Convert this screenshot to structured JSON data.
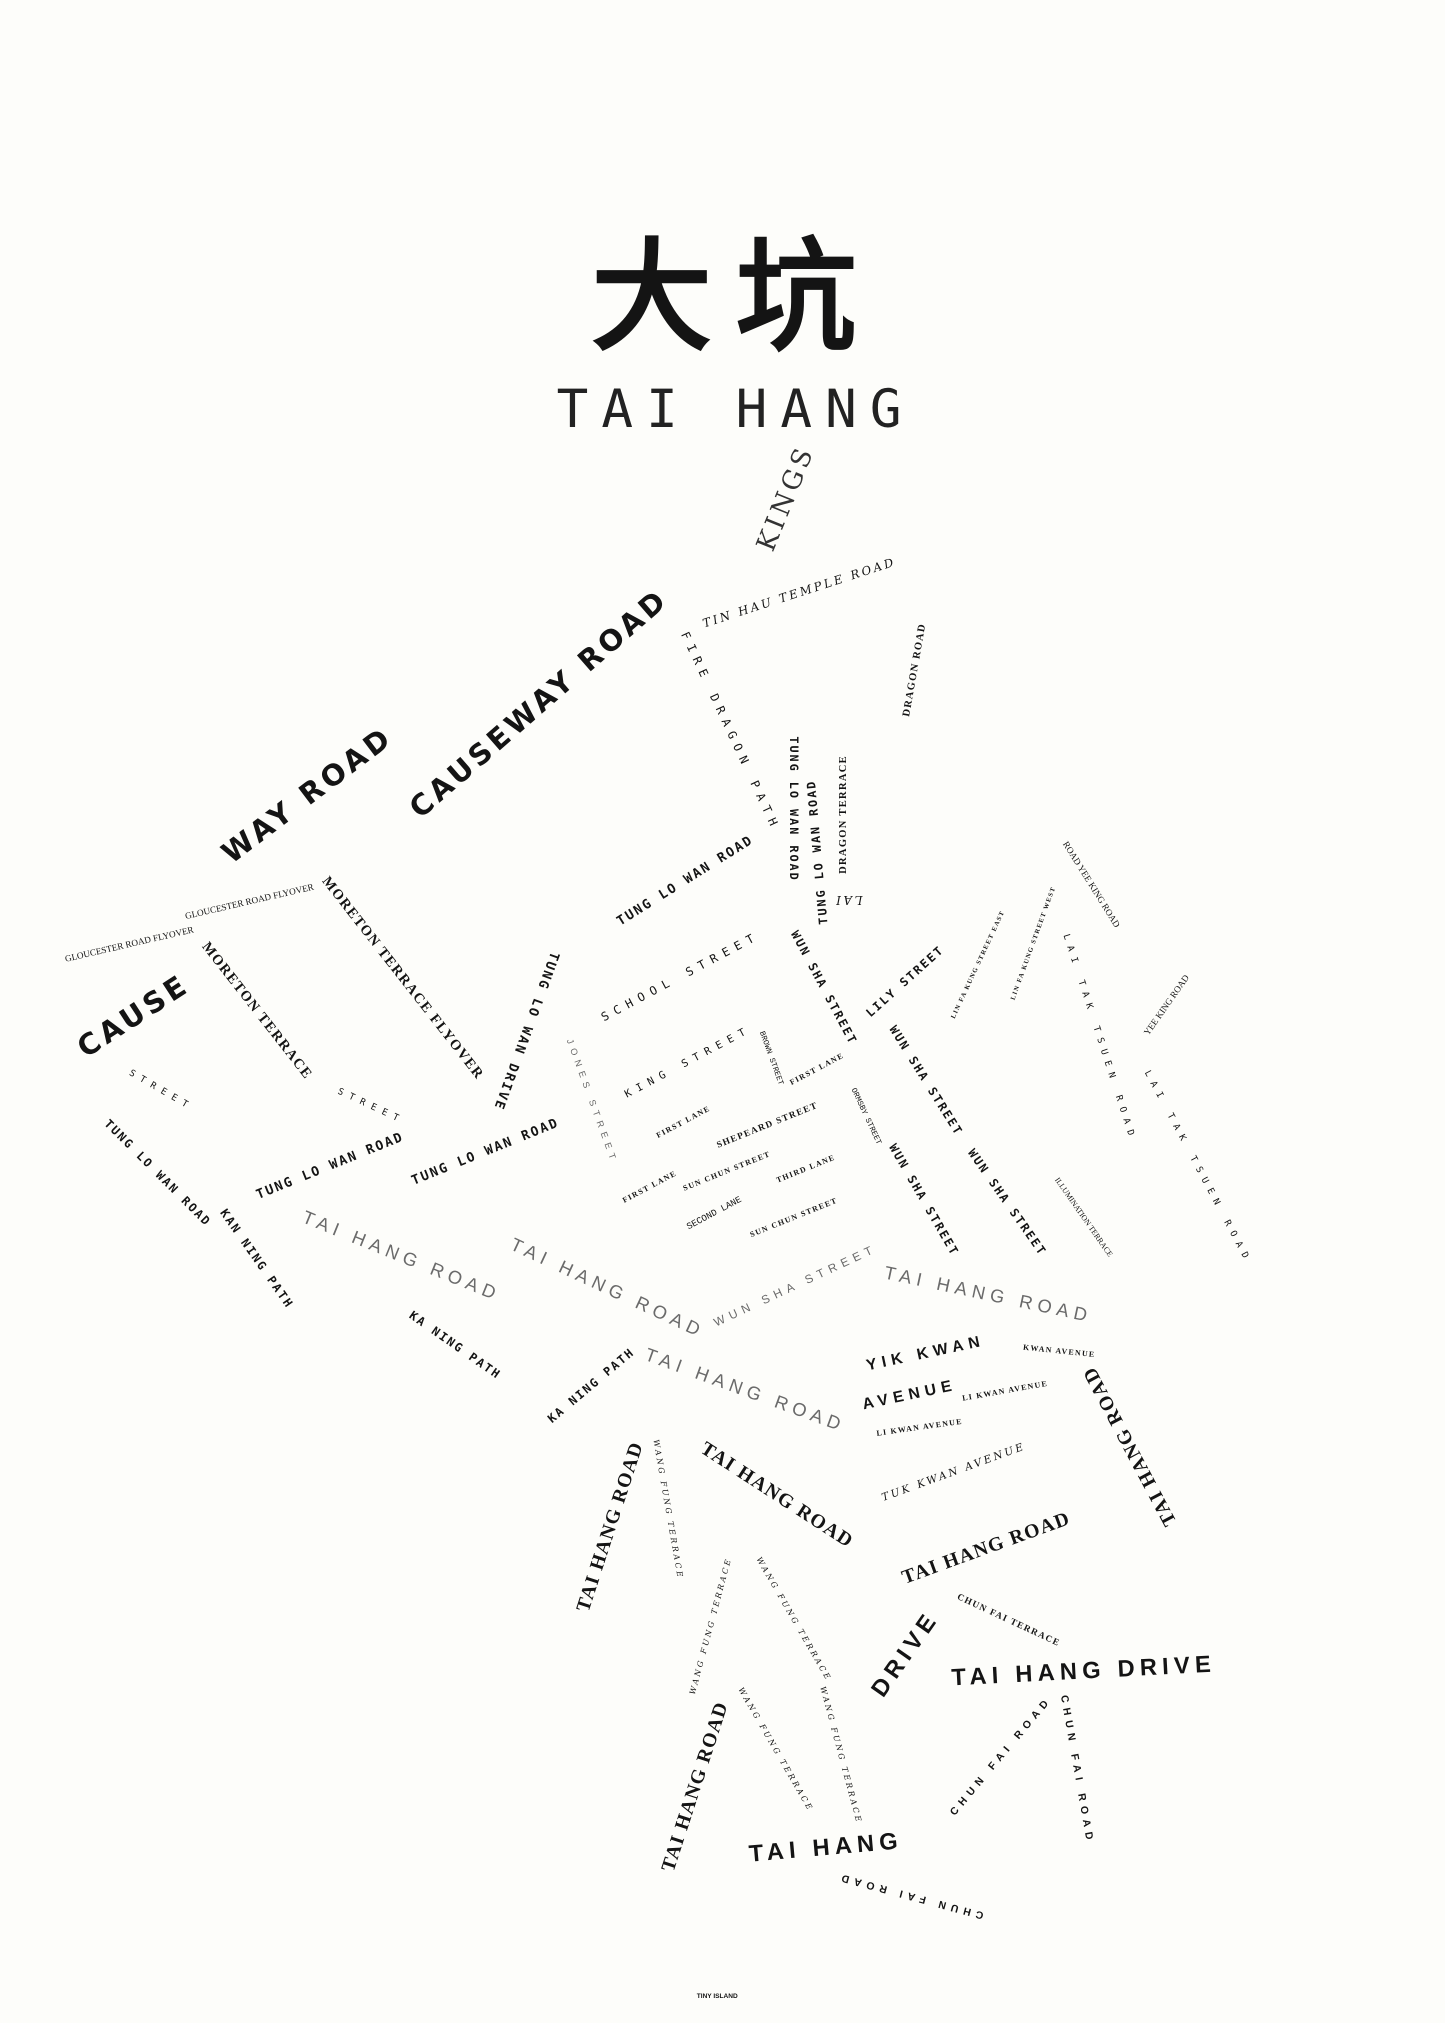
{
  "title": {
    "chinese": "大坑",
    "english": "TAI HANG"
  },
  "footer": {
    "brand": "TINY ISLAND"
  },
  "streets": [
    "CAUSEWAY ROAD",
    "WAY ROAD",
    "CAUSE",
    "KINGS",
    "GLOUCESTER ROAD FLYOVER",
    "GLOUCESTER ROAD FLYOVER",
    "MORETON TERRACE FLYOVER",
    "MORETON TERRACE",
    "STREET",
    "STREET",
    "TUNG LO WAN ROAD",
    "KAN NING PATH",
    "KA NING PATH",
    "KA NING PATH",
    "TUNG LO WAN ROAD",
    "TUNG LO WAN DRIVE",
    "TAI HANG ROAD",
    "TAI HANG ROAD",
    "TAI HANG ROAD",
    "TAI HANG ROAD",
    "TUNG LO WAN ROAD",
    "TUNG LO WAN ROAD",
    "TUNG LO WAN ROAD",
    "TUNG LO WAN ROAD",
    "FIRE DRAGON PATH",
    "TIN HAU TEMPLE ROAD",
    "DRAGON ROAD",
    "DRAGON TERRACE",
    "ROAD YEE KING ROAD",
    "YEE KING ROAD",
    "LAI TAK TSUEN ROAD",
    "LAI TAK TSUEN ROAD",
    "LAI",
    "LIN FA KUNG STREET WEST",
    "LIN FA KUNG STREET EAST",
    "LILY STREET",
    "WUN SHA STREET",
    "WUN SHA STREET",
    "WUN SHA STREET",
    "WUN SHA STREET",
    "WUN SHA STREET",
    "SCHOOL STREET",
    "KING STREET",
    "FIRST LANE",
    "FIRST LANE",
    "FIRST LANE",
    "SECOND LANE",
    "SHEPEARD STREET",
    "SUN CHUN STREET",
    "SUN CHUN STREET",
    "ORMSBY STREET",
    "BROWN STREET",
    "JONES STREET",
    "THIRD LANE",
    "ILLUMINATION TERRACE",
    "YIK KWAN",
    "AVENUE",
    "LI KWAN AVENUE",
    "LI KWAN AVENUE",
    "KWAN AVENUE",
    "TUK KWAN AVENUE",
    "TAI HANG ROAD",
    "TAI HANG ROAD",
    "TAI HANG ROAD",
    "TAI HANG ROAD",
    "CHUN FAI TERRACE",
    "WANG FUNG TERRACE",
    "WANG FUNG TERRACE",
    "WANG FUNG TERRACE",
    "WANG FUNG TERRACE",
    "WANG FUNG TERRACE",
    "TAI HANG ROAD",
    "TAI HANG",
    "DRIVE",
    "TAI HANG DRIVE",
    "CHUN FAI ROAD",
    "CHUN FAI ROAD",
    "CHUN FAI ROAD"
  ]
}
